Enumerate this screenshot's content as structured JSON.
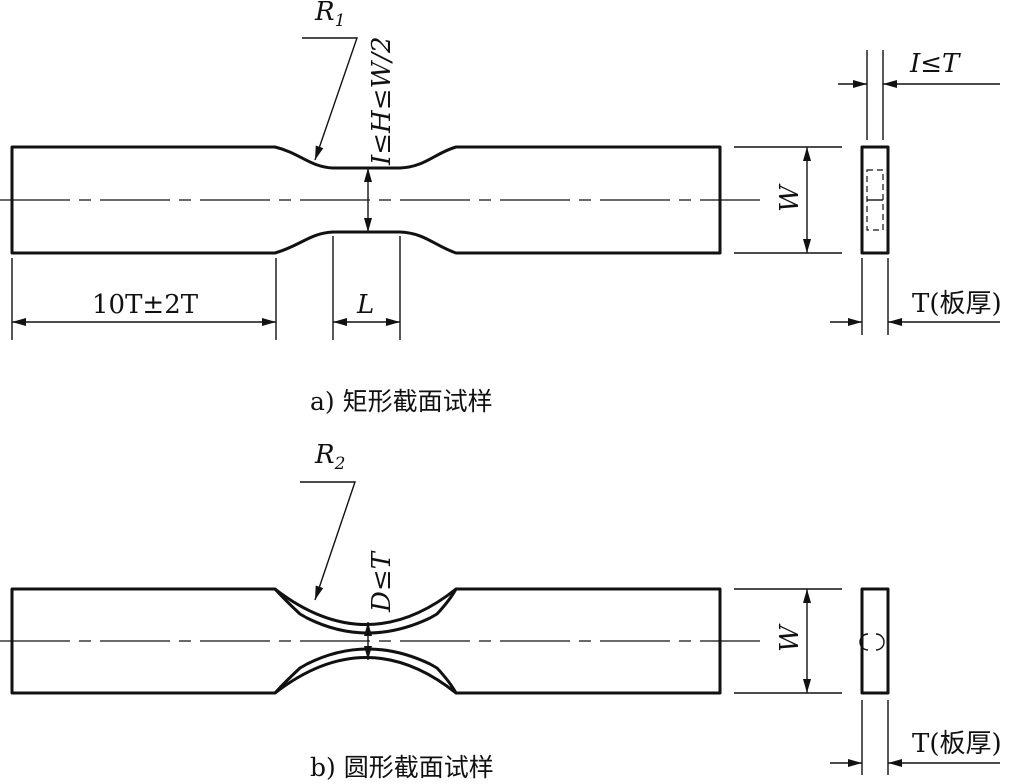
{
  "figure_a": {
    "caption": "a) 矩形截面试样",
    "radius_label": "R",
    "radius_sub": "1",
    "height_label": "I≤H≤W/2",
    "length_label": "10T±2T",
    "notch_length_label": "L",
    "width_label": "W",
    "edge_label": "I≤T",
    "thickness_label": "T(板厚)"
  },
  "figure_b": {
    "caption": "b) 圆形截面试样",
    "radius_label": "R",
    "radius_sub": "2",
    "diameter_label": "D≤T",
    "width_label": "W",
    "thickness_label": "T(板厚)"
  }
}
